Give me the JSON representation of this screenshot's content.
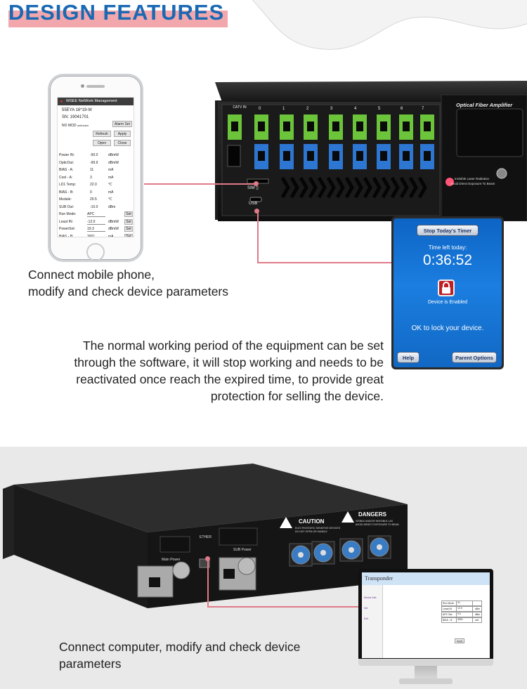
{
  "header": {
    "title": "DESIGN FEATURES"
  },
  "phone_app": {
    "app_title": "WSEE NetWork Management",
    "model": "55EYA 16*19-W",
    "serial": "SN: 19041701",
    "mod_status": "NO MOD",
    "mod_sub": "unknown",
    "buttons": {
      "alarm_set": "Alarm Set",
      "refresh": "Refresh",
      "apply": "Apply",
      "open": "Open",
      "close": "Close"
    },
    "rows": [
      {
        "label": "Power IN:",
        "value": "-90.0",
        "unit": "dBmW"
      },
      {
        "label": "OpticOut:",
        "value": "-99.9",
        "unit": "dBmW"
      },
      {
        "label": "BIAS - A:",
        "value": "11",
        "unit": "mA"
      },
      {
        "label": "Cool - A:",
        "value": "3",
        "unit": "mA"
      },
      {
        "label": "LD1 Temp:",
        "value": "22.0",
        "unit": "℃"
      },
      {
        "label": "BIAS - B:",
        "value": "0",
        "unit": "mA"
      },
      {
        "label": "Module:",
        "value": "20.5",
        "unit": "℃"
      },
      {
        "label": "SUB Out:",
        "value": "-10.0",
        "unit": "dBm"
      }
    ],
    "set_rows": [
      {
        "label": "Run Mode:",
        "value": "APC",
        "unit": "",
        "btn": "Set"
      },
      {
        "label": "Least IN:",
        "value": "-12.0",
        "unit": "dBmW",
        "btn": "Set"
      },
      {
        "label": "PowerSet:",
        "value": "19.3",
        "unit": "dBmW",
        "btn": "Set"
      },
      {
        "label": "BIAS - B:",
        "value": "3001",
        "unit": "mA",
        "btn": "Set"
      }
    ]
  },
  "device_front": {
    "port_catv": "CATV IN",
    "port_numbers": [
      "0",
      "1",
      "2",
      "3",
      "4",
      "5",
      "6",
      "7"
    ],
    "sim_label": "SIM",
    "usb_label": "USB",
    "panel_title": "Optical Fiber Amplifier",
    "warning_1": "Invisible Laser Radiation",
    "warning_2": "Avoid Direct Exposure To Beam"
  },
  "captions": {
    "phone": "Connect mobile phone,",
    "phone_2": "modify and check device parameters",
    "timer_1": "The normal working period of the equipment can be set",
    "timer_2": "through the software, it will stop working and needs to be",
    "timer_3": "reactivated once reach the expired time, to provide great",
    "timer_4": "protection for selling the device.",
    "computer_1": "Connect computer, modify and check device",
    "computer_2": "parameters"
  },
  "timer_app": {
    "stop_button": "Stop Today's Timer",
    "time_left_label": "Time left today:",
    "time_left": "0:36:52",
    "device_status": "Device is Enabled",
    "lock_message": "OK to lock your device.",
    "help_button": "Help",
    "parent_button": "Parent Options"
  },
  "device_rear": {
    "ether_label": "ETHER",
    "main_power": "Main Power",
    "sub_power": "SUB Power",
    "caution": "CAUTION",
    "caution_text_1": "ELECTROSTATIC SENSITIVE DEVICES",
    "caution_text_2": "DO NOT OPEN OR HANDLE",
    "dangers": "DANGERS",
    "dangers_text_1": "VISIBLE AND/OR INVISIBLE LAS",
    "dangers_text_2": "AVOID DIRECT EXPOSURE TO BEAM"
  },
  "computer_app": {
    "title": "Transponder",
    "nav": [
      "Device Info",
      "Set",
      "Exit"
    ],
    "rows": [
      {
        "label": "Run Mode",
        "value": "01",
        "unit": ""
      },
      {
        "label": "Least IN",
        "value": "12.0",
        "unit": "dBm"
      },
      {
        "label": "APC Set",
        "value": "9.0",
        "unit": "dBm"
      },
      {
        "label": "BIAS - B",
        "value": "3001",
        "unit": "mA"
      }
    ],
    "apply_button": "Apply"
  },
  "colors": {
    "title_blue": "#1a69b3",
    "title_band": "#f2a7ad",
    "wire": "#e07a89",
    "green_port": "#6cc43a",
    "blue_port": "#2d76d2"
  }
}
